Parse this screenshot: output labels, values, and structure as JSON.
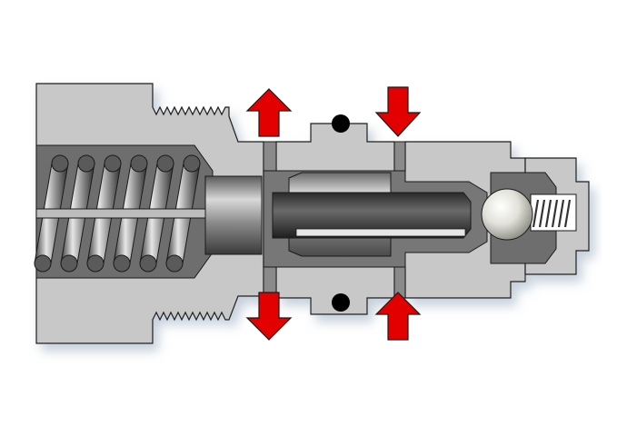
{
  "diagram": {
    "kind": "valve cross-section",
    "colors": {
      "background": "#ffffff",
      "body": "#c8c8c8",
      "cavity": "#707070",
      "outline": "#1a1a1a",
      "arrow": "#e30000",
      "seal": "#000000",
      "shadow": "#b8c4d2"
    },
    "arrows": [
      {
        "name": "flow-arrow-top-left",
        "direction": "up"
      },
      {
        "name": "flow-arrow-top-right",
        "direction": "down"
      },
      {
        "name": "flow-arrow-bottom-left",
        "direction": "down"
      },
      {
        "name": "flow-arrow-bottom-right",
        "direction": "up"
      }
    ],
    "parts": [
      "threaded-housing",
      "main-spring",
      "push-rod",
      "piston-sleeve",
      "valve-body",
      "o-ring-seals",
      "check-ball",
      "ball-spring",
      "end-cap"
    ]
  }
}
